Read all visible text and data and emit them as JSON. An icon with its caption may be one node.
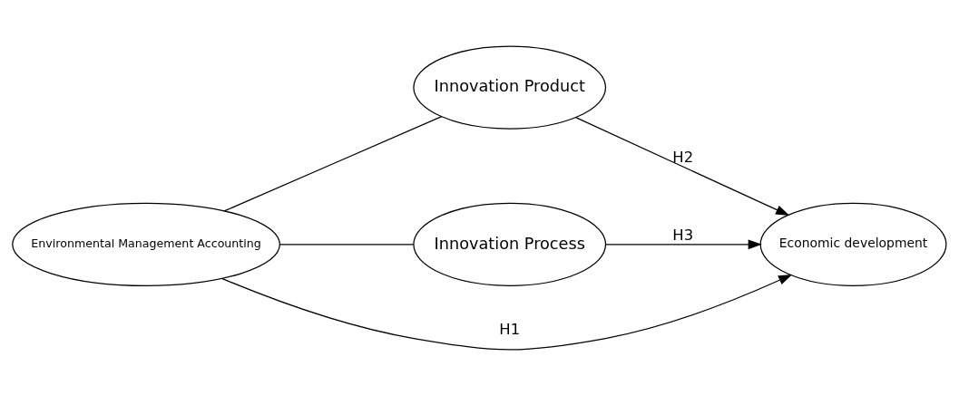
{
  "diagram": {
    "nodes": [
      {
        "text": [
          "Environmental Management Accounting"
        ]
      },
      {
        "text": [
          "Innovation Product"
        ]
      },
      {
        "text": [
          "Innovation Process"
        ]
      },
      {
        "text": [
          "Economic development"
        ]
      }
    ],
    "edges": [
      {
        "from": 0,
        "to": 1,
        "arrow": "none"
      },
      {
        "from": 0,
        "to": 2,
        "arrow": "none"
      },
      {
        "from": 0,
        "to": 3,
        "arrow": "to",
        "label": "H1"
      },
      {
        "from": 1,
        "to": 3,
        "arrow": "to",
        "label": "H2"
      },
      {
        "from": 2,
        "to": 3,
        "arrow": "to",
        "label": "H3"
      }
    ]
  }
}
